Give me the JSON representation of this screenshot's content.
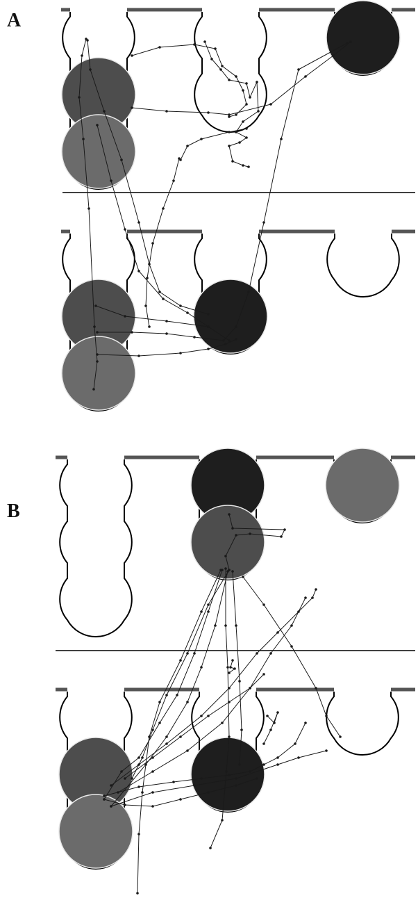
{
  "panels": [
    {
      "label": "A",
      "top_row": {
        "wells": 4,
        "discs": [
          {
            "well": 0,
            "level": 1,
            "color": "#4d4d4d"
          },
          {
            "well": 0,
            "level": 2,
            "color": "#6b6b6b"
          },
          {
            "well": 3,
            "level": 0,
            "color": "#1e1e1e"
          }
        ]
      },
      "bottom_row": {
        "wells": 4,
        "discs": [
          {
            "well": 0,
            "level": 1,
            "color": "#4d4d4d"
          },
          {
            "well": 0,
            "level": 2,
            "color": "#6b6b6b"
          },
          {
            "well": 1,
            "level": 1,
            "color": "#1e1e1e"
          }
        ]
      }
    },
    {
      "label": "B",
      "top_row": {
        "wells": 4,
        "discs": [
          {
            "well": 1,
            "level": 0,
            "color": "#1e1e1e"
          },
          {
            "well": 1,
            "level": 1,
            "color": "#4d4d4d"
          },
          {
            "well": 2,
            "level": 0,
            "color": "#6b6b6b"
          }
        ]
      },
      "bottom_row": {
        "wells": 4,
        "discs": [
          {
            "well": 0,
            "level": 1,
            "color": "#4d4d4d"
          },
          {
            "well": 0,
            "level": 2,
            "color": "#6b6b6b"
          },
          {
            "well": 1,
            "level": 1,
            "color": "#1e1e1e"
          }
        ]
      }
    }
  ],
  "colors": {
    "bar": "#555555",
    "outline": "#000000",
    "trace": "#1a1a1a"
  }
}
